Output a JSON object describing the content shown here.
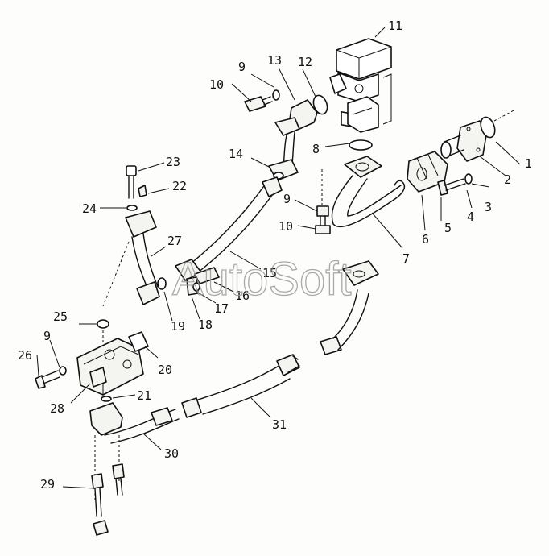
{
  "watermark": "AutoSoft",
  "callouts": [
    {
      "id": "c1",
      "text": "1"
    },
    {
      "id": "c2",
      "text": "2"
    },
    {
      "id": "c3",
      "text": "3"
    },
    {
      "id": "c4",
      "text": "4"
    },
    {
      "id": "c5",
      "text": "5"
    },
    {
      "id": "c6",
      "text": "6"
    },
    {
      "id": "c7",
      "text": "7"
    },
    {
      "id": "c8",
      "text": "8"
    },
    {
      "id": "c9a",
      "text": "9"
    },
    {
      "id": "c9b",
      "text": "9"
    },
    {
      "id": "c9c",
      "text": "9"
    },
    {
      "id": "c10a",
      "text": "10"
    },
    {
      "id": "c10b",
      "text": "10"
    },
    {
      "id": "c11",
      "text": "11"
    },
    {
      "id": "c12",
      "text": "12"
    },
    {
      "id": "c13",
      "text": "13"
    },
    {
      "id": "c14",
      "text": "14"
    },
    {
      "id": "c15",
      "text": "15"
    },
    {
      "id": "c16",
      "text": "16"
    },
    {
      "id": "c17",
      "text": "17"
    },
    {
      "id": "c18",
      "text": "18"
    },
    {
      "id": "c19",
      "text": "19"
    },
    {
      "id": "c20",
      "text": "20"
    },
    {
      "id": "c21",
      "text": "21"
    },
    {
      "id": "c22",
      "text": "22"
    },
    {
      "id": "c23",
      "text": "23"
    },
    {
      "id": "c24",
      "text": "24"
    },
    {
      "id": "c25",
      "text": "25"
    },
    {
      "id": "c26",
      "text": "26"
    },
    {
      "id": "c27",
      "text": "27"
    },
    {
      "id": "c28",
      "text": "28"
    },
    {
      "id": "c29",
      "text": "29"
    },
    {
      "id": "c30",
      "text": "30"
    },
    {
      "id": "c31",
      "text": "31"
    }
  ]
}
